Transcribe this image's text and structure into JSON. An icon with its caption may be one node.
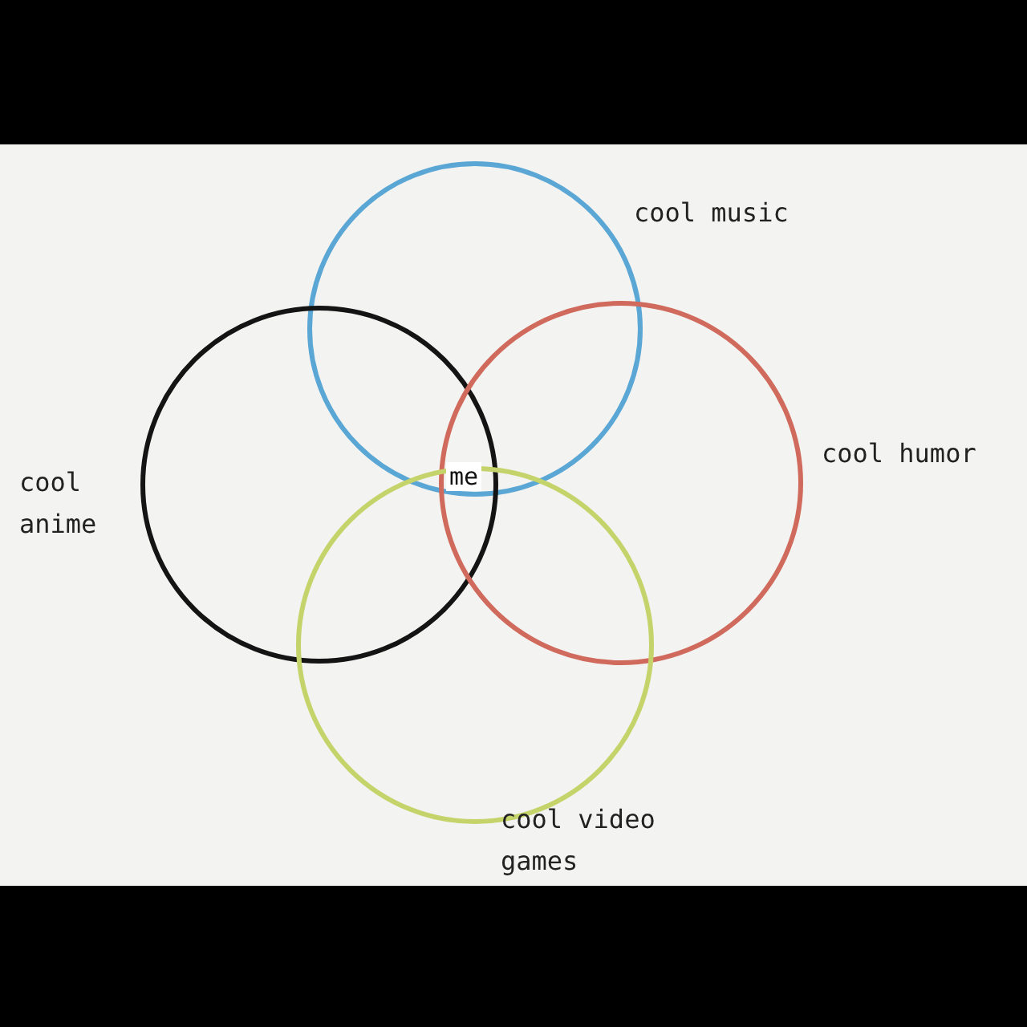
{
  "diagram": {
    "nodes": [
      {
        "text": [
          "cool music"
        ]
      },
      {
        "text": [
          "cool anime"
        ]
      },
      {
        "text": [
          "cool humor"
        ]
      },
      {
        "text": [
          "cool video games"
        ]
      }
    ],
    "labels": [
      "me"
    ]
  }
}
